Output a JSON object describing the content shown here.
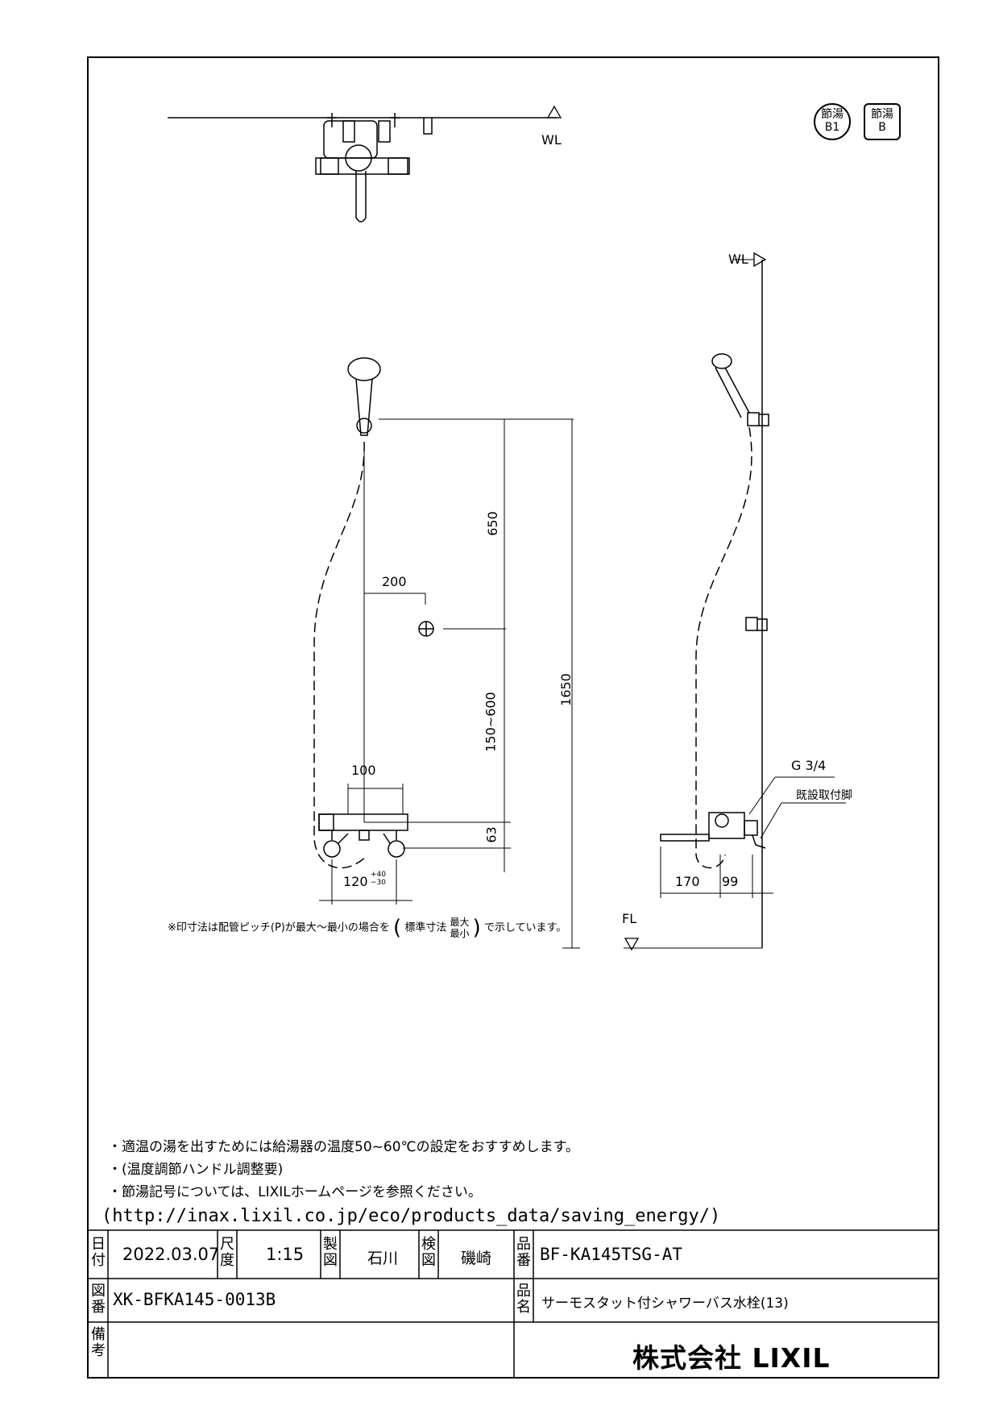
{
  "badges": {
    "b1_top": "節湯",
    "b1_bottom": "B1",
    "b_top": "節湯",
    "b_bottom": "B"
  },
  "labels": {
    "wl": "WL",
    "fl": "FL",
    "g34": "G 3/4",
    "existing_leg": "既設取付脚"
  },
  "dims": {
    "d650": "650",
    "d200": "200",
    "d1650": "1650",
    "d150_600": "150~600",
    "d100": "100",
    "d63": "63",
    "d120": "120",
    "d120_tol": "+40 −30",
    "d170": "170",
    "d99": "99"
  },
  "drawing_note": {
    "prefix": "※印寸法は配管ピッチ(P)が最大～最小の場合を",
    "mid": "標準寸法",
    "max": "最大",
    "min": "最小",
    "suffix": "で示しています。"
  },
  "notes": [
    "・適温の湯を出すためには給湯器の温度50~60℃の設定をおすすめします。",
    "・(温度調節ハンドル調整要)",
    "・節湯記号については、LIXILホームページを参照ください。"
  ],
  "url": "(http://inax.lixil.co.jp/eco/products_data/saving_energy/)",
  "title_block": {
    "date_label": "日付",
    "date": "2022.03.07",
    "scale_label": "尺度",
    "scale": "1:15",
    "drawn_label": "製図",
    "drawn_by": "石川",
    "checked_label": "検図",
    "checked_by": "磯崎",
    "part_no_label": "品番",
    "part_no": "BF-KA145TSG-AT",
    "drawing_no_label": "図番",
    "drawing_no": "XK-BFKA145-0013B",
    "product_name_label": "品名",
    "product_name": "サーモスタット付シャワーバス水栓(13)",
    "remarks_label": "備考",
    "company": "株式会社 LIXIL"
  }
}
